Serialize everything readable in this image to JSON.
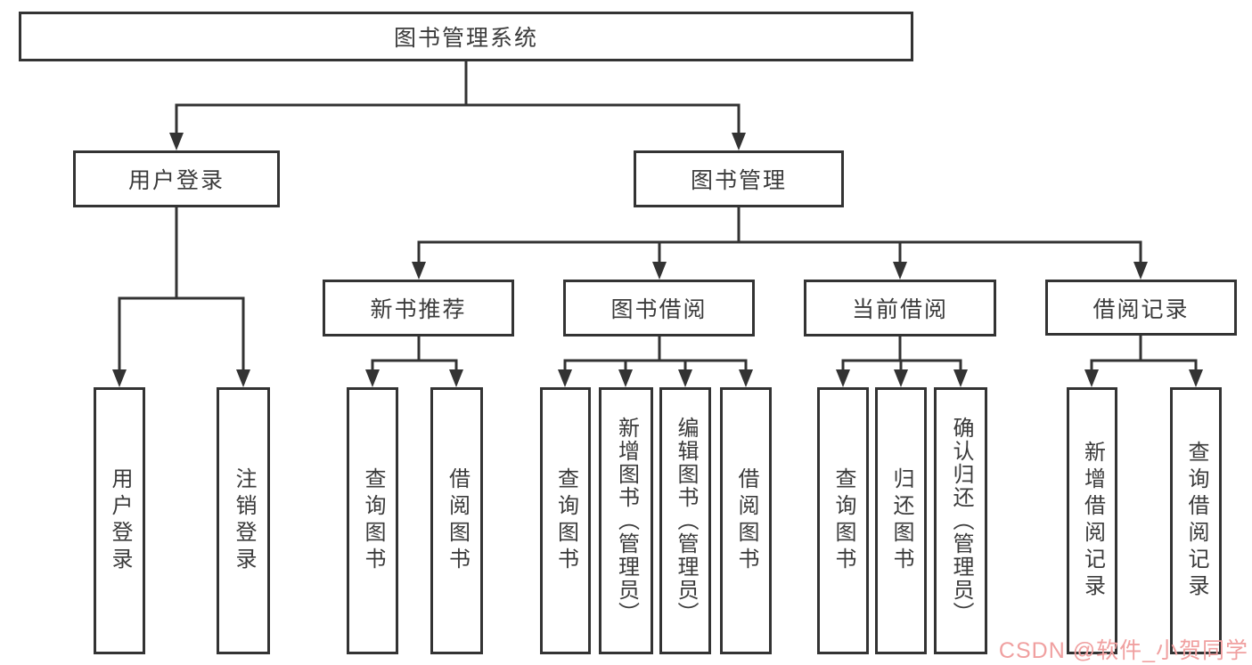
{
  "diagram": {
    "nodes": {
      "root": "图书管理系统",
      "user_login": "用户登录",
      "book_management": "图书管理",
      "new_book_recommend": "新书推荐",
      "book_borrow": "图书借阅",
      "current_borrow": "当前借阅",
      "borrow_records": "借阅记录"
    },
    "leaves": {
      "user_login": [
        "用户登录",
        "注销登录"
      ],
      "new_book": [
        "查询图书",
        "借阅图书"
      ],
      "book_borrow": [
        "查询图书",
        "新增图书（管理员）",
        "编辑图书（管理员）",
        "借阅图书"
      ],
      "current_borrow": [
        "查询图书",
        "归还图书",
        "确认归还（管理员）"
      ],
      "borrow_record": [
        "新增借阅记录",
        "查询借阅记录"
      ]
    },
    "colors": {
      "line": "#333333",
      "text": "#3b3b3b",
      "background": "#ffffff",
      "watermark": "#f0a0a0"
    }
  },
  "watermark": "CSDN @软件_小贺同学"
}
